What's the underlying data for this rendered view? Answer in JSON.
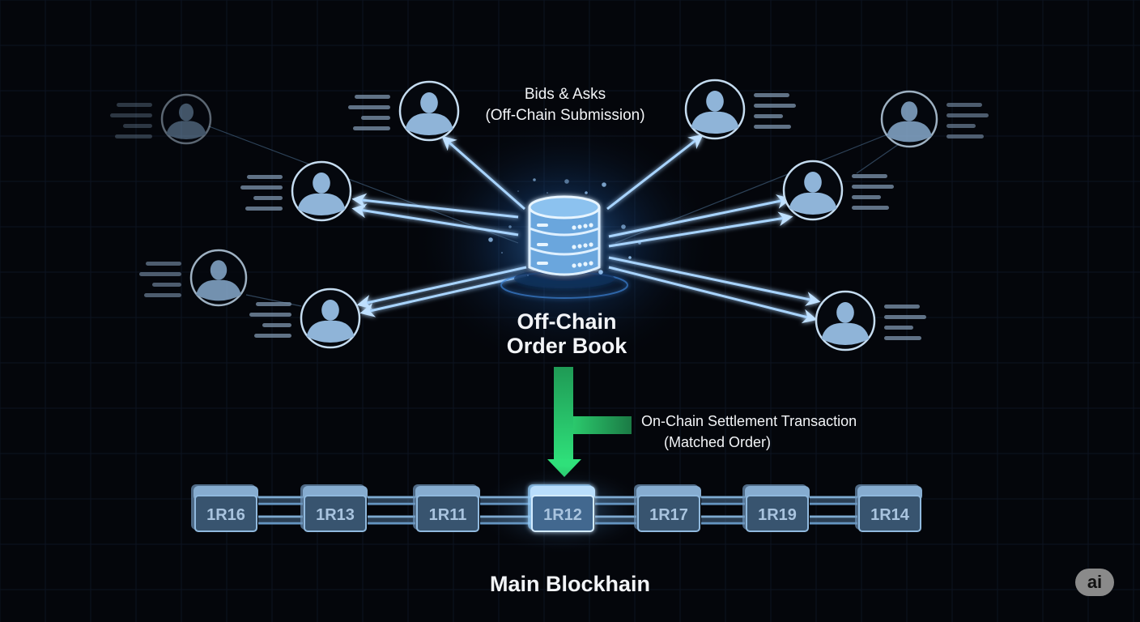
{
  "diagram": {
    "top_label": {
      "line1": "Bids & Asks",
      "line2": "(Off-Chain Submission)"
    },
    "order_book": {
      "line1": "Off-Chain",
      "line2": "Order Book",
      "icon": "database-icon"
    },
    "settlement": {
      "line1": "On-Chain Settlement Transaction",
      "line2": "(Matched Order)",
      "arrow_icon": "green-down-arrow-icon"
    },
    "blockchain": {
      "title": "Main Blockhain",
      "blocks": [
        "1R16",
        "1R13",
        "1R11",
        "1R12",
        "1R17",
        "1R19",
        "1R14"
      ],
      "highlighted_block": "1R12"
    },
    "participants_icon": "user-avatar-icon",
    "badge": "ai"
  },
  "colors": {
    "background": "#04060b",
    "grid": "#0e1522",
    "accent_blue": "#8fc3f0",
    "avatar_fill": "#8fb4d8",
    "green": "#22c55e",
    "block_fill": "#3b5772",
    "block_border": "#8cb8df"
  }
}
